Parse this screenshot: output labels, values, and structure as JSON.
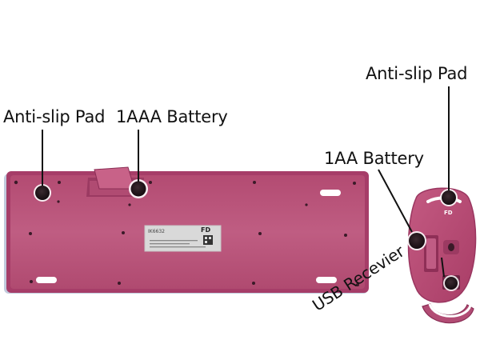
{
  "labels": {
    "anti_slip_pad_left": "Anti-slip Pad",
    "aaa_battery": "1AAA Battery",
    "anti_slip_pad_right": "Anti-slip Pad",
    "aa_battery": "1AA Battery",
    "usb_receiver": "USB Recevier"
  },
  "keyboard_label": {
    "model": "IK6632",
    "brand_mark": "FD"
  },
  "mouse": {
    "brand_mark": "FD"
  },
  "colors": {
    "keyboard_body": "#b8567a",
    "keyboard_rim": "#a23a64",
    "mouse_body": "#bf4f78",
    "pad": "#2a1a20",
    "callout_line": "#111111",
    "sticker": "#d9d9d9"
  }
}
